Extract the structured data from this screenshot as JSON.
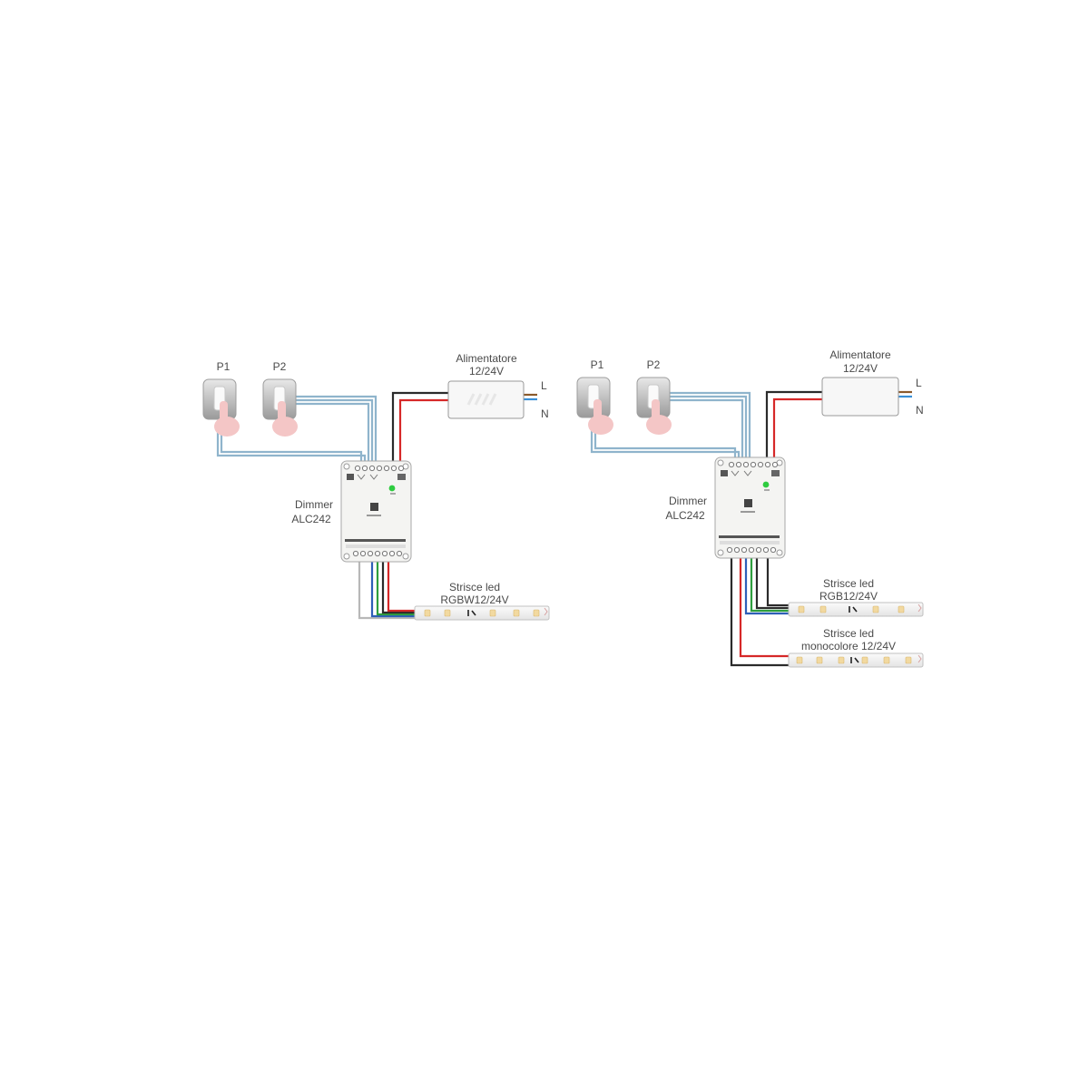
{
  "left_diagram": {
    "pushbuttons": [
      "P1",
      "P2"
    ],
    "power_supply": {
      "name": "Alimentatore",
      "voltage": "12/24V",
      "line_label": "L",
      "neutral_label": "N"
    },
    "dimmer": {
      "name": "Dimmer",
      "model": "ALC242"
    },
    "strip": {
      "name": "Strisce led",
      "type": "RGBW12/24V"
    }
  },
  "right_diagram": {
    "pushbuttons": [
      "P1",
      "P2"
    ],
    "power_supply": {
      "name": "Alimentatore",
      "voltage": "12/24V",
      "line_label": "L",
      "neutral_label": "N"
    },
    "dimmer": {
      "name": "Dimmer",
      "model": "ALC242"
    },
    "strip_rgb": {
      "name": "Strisce led",
      "type": "RGB12/24V"
    },
    "strip_mono": {
      "name": "Strisce led",
      "type": "monocolore 12/24V"
    }
  },
  "colors": {
    "signal_wire": "#8fb4cc",
    "positive_wire": "#d62828",
    "negative_wire": "#2b2b2b",
    "green_wire": "#2e9e3e",
    "blue_wire": "#2e5fb8",
    "white_wire": "#b8b8b8",
    "mains_line": "#8b5a2b",
    "mains_neutral": "#3a8fd6",
    "led_warm": "#f2d9a0",
    "status_led": "#2ecc40"
  }
}
